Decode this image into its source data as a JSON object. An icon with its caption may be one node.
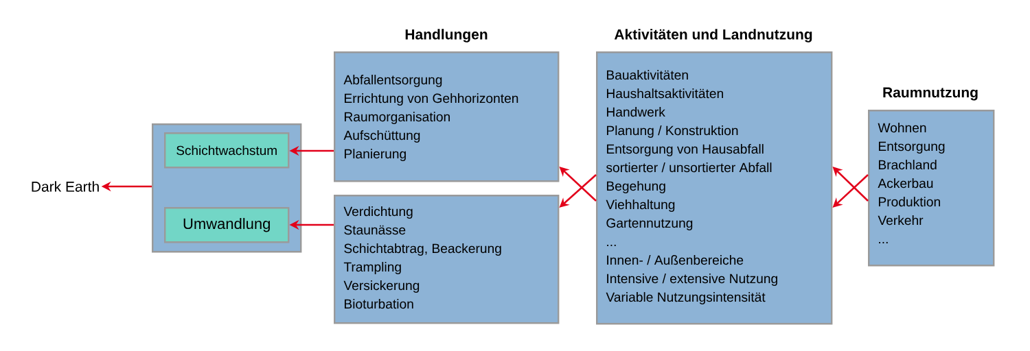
{
  "diagram": {
    "nodes": [
      {
        "text": [],
        "shape": "box"
      },
      {
        "text": [
          "Schichtwachstum"
        ],
        "in": 0
      },
      {
        "text": [
          "Umwandlung"
        ],
        "in": 0
      },
      {
        "text": [
          "Dark Earth"
        ]
      },
      {
        "text": [
          "Handlungen",
          "Abfallentsorgung",
          "Errichtung von Gehhorizonten",
          "Raumorganisation",
          "Aufschüttung",
          "Planierung"
        ]
      },
      {
        "text": [
          "Verdichtung",
          "Staunässe",
          "Schichtabtrag, Beackerung",
          "Trampling",
          "Versickerung",
          "Bioturbation"
        ]
      },
      {
        "text": [
          "Aktivitäten und Landnutzung",
          "Bauaktivitäten",
          "Haushaltsaktivitäten",
          "Handwerk",
          "Planung / Konstruktion",
          "Entsorgung von Hausabfall",
          "sortierter / unsortierter Abfall",
          "Begehung",
          "Viehhaltung",
          "Gartennutzung",
          "...",
          "Innen- / Außenbereiche",
          "Intensive / extensive Nutzung",
          "Variable Nutzungsintensität"
        ]
      },
      {
        "text": [
          "Raumnutzung",
          "Wohnen",
          "Entsorgung",
          "Brachland",
          "Ackerbau",
          "Produktion",
          "Verkehr",
          "..."
        ]
      }
    ],
    "edges": [
      {
        "from": 0,
        "to": 3,
        "arrow": "to"
      },
      {
        "from": 4,
        "to": 1,
        "arrow": "to"
      },
      {
        "from": 5,
        "to": 2,
        "arrow": "to"
      },
      {
        "from": 6,
        "to": 4,
        "arrow": "to"
      },
      {
        "from": 6,
        "to": 5,
        "arrow": "to"
      },
      {
        "from": 7,
        "to": 6,
        "arrow": "to"
      },
      {
        "from": 7,
        "to": 6,
        "arrow": "to"
      }
    ]
  }
}
